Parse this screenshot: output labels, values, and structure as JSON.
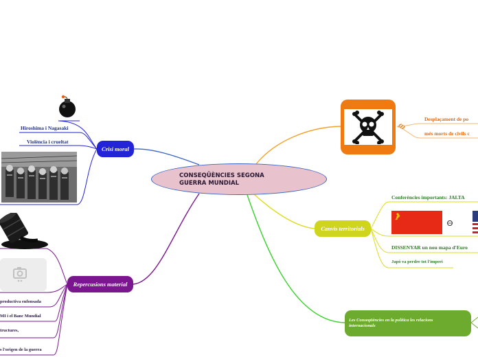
{
  "central": {
    "line1": "CONSEQÜÈNCIES SEGONA",
    "line2": "GUERRA MUNDIAL"
  },
  "branches": {
    "crisi_moral": {
      "label": "Crisi moral",
      "color": "#2323d8",
      "items": [
        "Hiroshima i Nagasaki",
        "Violència i crueltat"
      ]
    },
    "repercusions_material": {
      "label": "Repercusions material",
      "color": "#7a168e",
      "items": [
        "productiva enfonsada",
        "MI i el Banc Mundial",
        "tructures,",
        "s l'origen de la guerra"
      ]
    },
    "desplacament": {
      "color": "#f07a12",
      "items": [
        "Desplaçament de po",
        "més morts de civils c"
      ]
    },
    "canvis_territorials": {
      "label": "Canvis territorials",
      "color": "#cfd41c",
      "items": [
        "Conferències importants: JALTA",
        "DISSENYAR un nou mapa d'Euro",
        "Japó va perdre tot l'imperi"
      ]
    },
    "consequencies_politica": {
      "label_line1": "Les Conseqüències en la política les relacions",
      "label_line2": "internacionals",
      "color": "#6cab2e"
    }
  },
  "icons": [
    "bomb-icon",
    "oil-barrel-icon",
    "photo-placeholder-icon",
    "skull-crossbones-icon",
    "hammer-sickle-icon",
    "link-icon",
    "ussr-flag",
    "usa-flag",
    "concentration-camp-photo"
  ]
}
